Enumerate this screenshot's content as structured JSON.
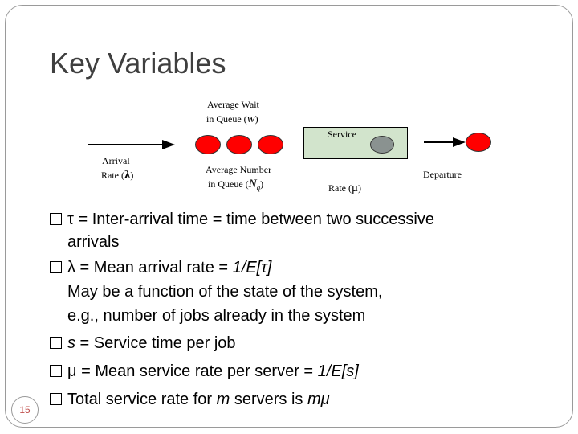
{
  "title": "Key Variables",
  "diagram": {
    "avg_wait_line1": "Average Wait",
    "avg_wait_line2": "in Queue (",
    "avg_wait_var": "w",
    "avg_wait_close": ")",
    "service_label": "Service",
    "arrival_line1": "Arrival",
    "arrival_line2": "Rate (",
    "arrival_var": "λ",
    "arrival_close": ")",
    "avg_number_line1": "Average Number",
    "avg_number_line2": "in Queue (",
    "avg_number_var": "N",
    "avg_number_sub": "q",
    "avg_number_close": ")",
    "rate_label": "Rate (",
    "rate_var": "μ",
    "rate_close": ")",
    "departure_label": "Departure",
    "colors": {
      "customer": "#ff0000",
      "service_box": "#d2e4cc",
      "server": "#8a9290"
    }
  },
  "bullets": {
    "b1_sym": "τ = ",
    "b1_text": "Inter-arrival time = time between two successive",
    "b1_cont": "arrivals",
    "b2_sym": "λ = ",
    "b2_text": "Mean arrival rate = ",
    "b2_formula": "1/E[τ]",
    "b2_cont1": "May be a function of the state of the system,",
    "b2_cont2": "e.g., number of jobs already in the system",
    "b3_var": "s",
    "b3_text": " = Service time per job",
    "b4_sym": "μ",
    "b4_text": " = Mean service rate per server = ",
    "b4_formula": "1/E[s]",
    "b5_text": "Total service rate for ",
    "b5_var": "m",
    "b5_mid": " servers is ",
    "b5_formula": "mμ"
  },
  "page_number": "15"
}
